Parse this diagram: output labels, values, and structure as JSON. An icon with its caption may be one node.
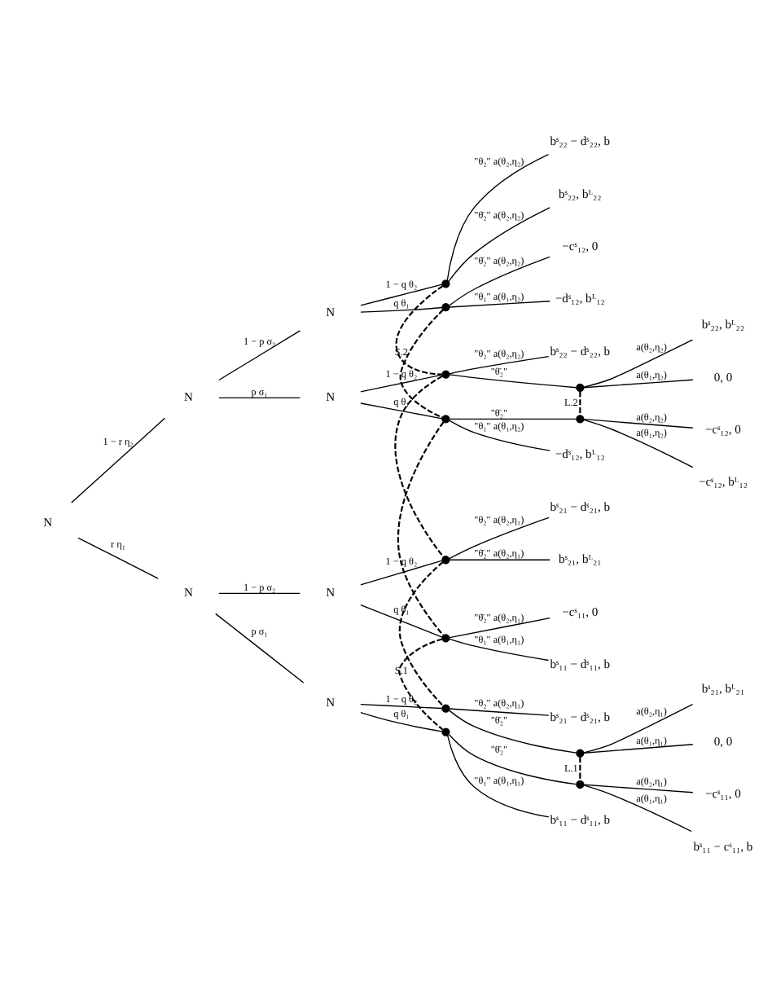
{
  "diagram": {
    "nodes": [
      {
        "text": [
          "N"
        ]
      },
      {
        "text": [
          "N"
        ]
      },
      {
        "text": [
          "N"
        ]
      },
      {
        "text": [],
        "shape": "circle"
      },
      {
        "text": [
          "bˢ₂₂ − dˢ₂₂, b"
        ]
      },
      {
        "text": [
          "bˢ₂₂, bᴸ₂₂"
        ]
      },
      {
        "text": [],
        "shape": "circle"
      },
      {
        "text": [
          "−cˢ₁₂, 0"
        ]
      },
      {
        "text": [
          "−dˢ₁₂, bᴸ₁₂"
        ]
      },
      {
        "text": [
          "N"
        ]
      },
      {
        "text": [],
        "shape": "circle"
      },
      {
        "text": [
          "bˢ₂₂ − dˢ₂₂, b"
        ]
      },
      {
        "text": [],
        "shape": "circle"
      },
      {
        "text": [
          "bˢ₂₂, bᴸ₂₂"
        ]
      },
      {
        "text": [
          "0, 0"
        ]
      },
      {
        "text": [],
        "shape": "circle"
      },
      {
        "text": [],
        "shape": "circle"
      },
      {
        "text": [
          "−cˢ₁₂, 0"
        ]
      },
      {
        "text": [
          "−cˢ₁₂, bᴸ₁₂"
        ]
      },
      {
        "text": [
          "−dˢ₁₂, bᴸ₁₂"
        ]
      },
      {
        "text": [
          "N"
        ]
      },
      {
        "text": [
          "N"
        ]
      },
      {
        "text": [],
        "shape": "circle"
      },
      {
        "text": [
          "bˢ₂₁ − dˢ₂₁, b"
        ]
      },
      {
        "text": [
          "bˢ₂₁, bᴸ₂₁"
        ]
      },
      {
        "text": [],
        "shape": "circle"
      },
      {
        "text": [
          "−cˢ₁₁, 0"
        ]
      },
      {
        "text": [
          "bˢ₁₁ − dˢ₁₁, b"
        ]
      },
      {
        "text": [
          "N"
        ]
      },
      {
        "text": [],
        "shape": "circle"
      },
      {
        "text": [
          "bˢ₂₁ − dˢ₂₁, b"
        ]
      },
      {
        "text": [],
        "shape": "circle"
      },
      {
        "text": [
          "bˢ₂₁, bᴸ₂₁"
        ]
      },
      {
        "text": [
          "0, 0"
        ]
      },
      {
        "text": [],
        "shape": "circle"
      },
      {
        "text": [],
        "shape": "circle"
      },
      {
        "text": [
          "−cˢ₁₁, 0"
        ]
      },
      {
        "text": [
          "bˢ₁₁ − cˢ₁₁, b"
        ]
      },
      {
        "text": [
          "bˢ₁₁ − dˢ₁₁, b"
        ]
      }
    ],
    "edges": [
      {
        "from": 0,
        "to": 1,
        "arrow": "none",
        "label": "1 − r η₂"
      },
      {
        "from": 1,
        "to": 2,
        "arrow": "none",
        "label": "1 − p σ₂"
      },
      {
        "from": 2,
        "to": 3,
        "arrow": "none",
        "label": "1 − q θ₂"
      },
      {
        "from": 3,
        "to": 4,
        "arrow": "none",
        "label": "\"θ₂\" a(θ₂,η₂)"
      },
      {
        "from": 3,
        "to": 5,
        "arrow": "none",
        "label": "\"θ̄₂\" a(θ₂,η₂)"
      },
      {
        "from": 2,
        "to": 6,
        "arrow": "none",
        "label": "q θ₁"
      },
      {
        "from": 6,
        "to": 7,
        "arrow": "none",
        "label": "\"θ̄₂\" a(θ₂,η₂)"
      },
      {
        "from": 6,
        "to": 8,
        "arrow": "none",
        "label": "\"θ₁\" a(θ₁,η₂)"
      },
      {
        "from": 1,
        "to": 9,
        "arrow": "none",
        "label": "p σ₁"
      },
      {
        "from": 9,
        "to": 10,
        "arrow": "none",
        "label": "1 − q θ₂"
      },
      {
        "from": 10,
        "to": 11,
        "arrow": "none",
        "label": "\"θ₂\" a(θ₂,η₂)"
      },
      {
        "from": 10,
        "to": 12,
        "arrow": "none",
        "label": "\"θ̄₂\""
      },
      {
        "from": 12,
        "to": 13,
        "arrow": "none",
        "label": "a(θ₂,η₂)"
      },
      {
        "from": 12,
        "to": 14,
        "arrow": "none",
        "label": "a(θ₁,η₂)"
      },
      {
        "from": 9,
        "to": 15,
        "arrow": "none",
        "label": "q θ₁"
      },
      {
        "from": 15,
        "to": 16,
        "arrow": "none",
        "label": "\"θ̄₂\""
      },
      {
        "from": 16,
        "to": 17,
        "arrow": "none",
        "label": "a(θ₂,η₂)"
      },
      {
        "from": 16,
        "to": 18,
        "arrow": "none",
        "label": "a(θ₁,η₂)"
      },
      {
        "from": 15,
        "to": 19,
        "arrow": "none",
        "label": "\"θ₁\" a(θ₁,η₂)"
      },
      {
        "from": 0,
        "to": 20,
        "arrow": "none",
        "label": "r η₁"
      },
      {
        "from": 20,
        "to": 21,
        "arrow": "none",
        "label": "1 − p σ₂"
      },
      {
        "from": 21,
        "to": 22,
        "arrow": "none",
        "label": "1 − q θ₂"
      },
      {
        "from": 22,
        "to": 23,
        "arrow": "none",
        "label": "\"θ₂\" a(θ₂,η₁)"
      },
      {
        "from": 22,
        "to": 24,
        "arrow": "none",
        "label": "\"θ̄₂\" a(θ₂,η₁)"
      },
      {
        "from": 21,
        "to": 25,
        "arrow": "none",
        "label": "q θ₁"
      },
      {
        "from": 25,
        "to": 26,
        "arrow": "none",
        "label": "\"θ̄₂\" a(θ₂,η₁)"
      },
      {
        "from": 25,
        "to": 27,
        "arrow": "none",
        "label": "\"θ₁\" a(θ₁,η₁)"
      },
      {
        "from": 20,
        "to": 28,
        "arrow": "none",
        "label": "p σ₁"
      },
      {
        "from": 28,
        "to": 29,
        "arrow": "none",
        "label": "1 − q θ₂"
      },
      {
        "from": 29,
        "to": 30,
        "arrow": "none",
        "label": "\"θ₂\" a(θ₂,η₁)"
      },
      {
        "from": 29,
        "to": 31,
        "arrow": "none",
        "label": "\"θ̄₂\""
      },
      {
        "from": 31,
        "to": 32,
        "arrow": "none",
        "label": "a(θ₂,η₁)"
      },
      {
        "from": 31,
        "to": 33,
        "arrow": "none",
        "label": "a(θ₁,η₁)"
      },
      {
        "from": 28,
        "to": 34,
        "arrow": "none",
        "label": "q θ₁"
      },
      {
        "from": 34,
        "to": 35,
        "arrow": "none",
        "label": "\"θ̄₂\""
      },
      {
        "from": 35,
        "to": 36,
        "arrow": "none",
        "label": "a(θ₂,η₁)"
      },
      {
        "from": 35,
        "to": 37,
        "arrow": "none",
        "label": "a(θ₁,η₁)"
      },
      {
        "from": 34,
        "to": 38,
        "arrow": "none",
        "label": "\"θ₁\" a(θ₁,η₁)"
      },
      {
        "from": 3,
        "to": 10,
        "arrow": "none",
        "style": "dashed",
        "label": "S.2"
      },
      {
        "from": 10,
        "to": 22,
        "arrow": "none",
        "style": "dashed"
      },
      {
        "from": 22,
        "to": 29,
        "arrow": "none",
        "style": "dashed"
      },
      {
        "from": 6,
        "to": 15,
        "arrow": "none",
        "style": "dashed"
      },
      {
        "from": 15,
        "to": 25,
        "arrow": "none",
        "style": "dashed"
      },
      {
        "from": 25,
        "to": 34,
        "arrow": "none",
        "style": "dashed",
        "label": "S.1"
      },
      {
        "from": 12,
        "to": 16,
        "arrow": "none",
        "style": "dashed",
        "label": "L.2"
      },
      {
        "from": 31,
        "to": 35,
        "arrow": "none",
        "style": "dashed",
        "label": "L.1"
      }
    ]
  }
}
